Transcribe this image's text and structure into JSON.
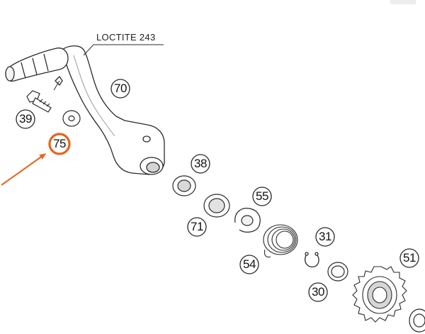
{
  "annotation": {
    "text": "LOCTITE 243"
  },
  "colors": {
    "line": "#2a2a2a",
    "part_fill": "#ffffff",
    "shade": "#cfcfcf",
    "highlight": "#e8641b"
  },
  "callouts": [
    {
      "id": "c70",
      "label": "70",
      "highlighted": false
    },
    {
      "id": "c39",
      "label": "39",
      "highlighted": false
    },
    {
      "id": "c75",
      "label": "75",
      "highlighted": true
    },
    {
      "id": "c38",
      "label": "38",
      "highlighted": false
    },
    {
      "id": "c55",
      "label": "55",
      "highlighted": false
    },
    {
      "id": "c71",
      "label": "71",
      "highlighted": false
    },
    {
      "id": "c31",
      "label": "31",
      "highlighted": false
    },
    {
      "id": "c54",
      "label": "54",
      "highlighted": false
    },
    {
      "id": "c51",
      "label": "51",
      "highlighted": false
    },
    {
      "id": "c30",
      "label": "30",
      "highlighted": false
    }
  ]
}
